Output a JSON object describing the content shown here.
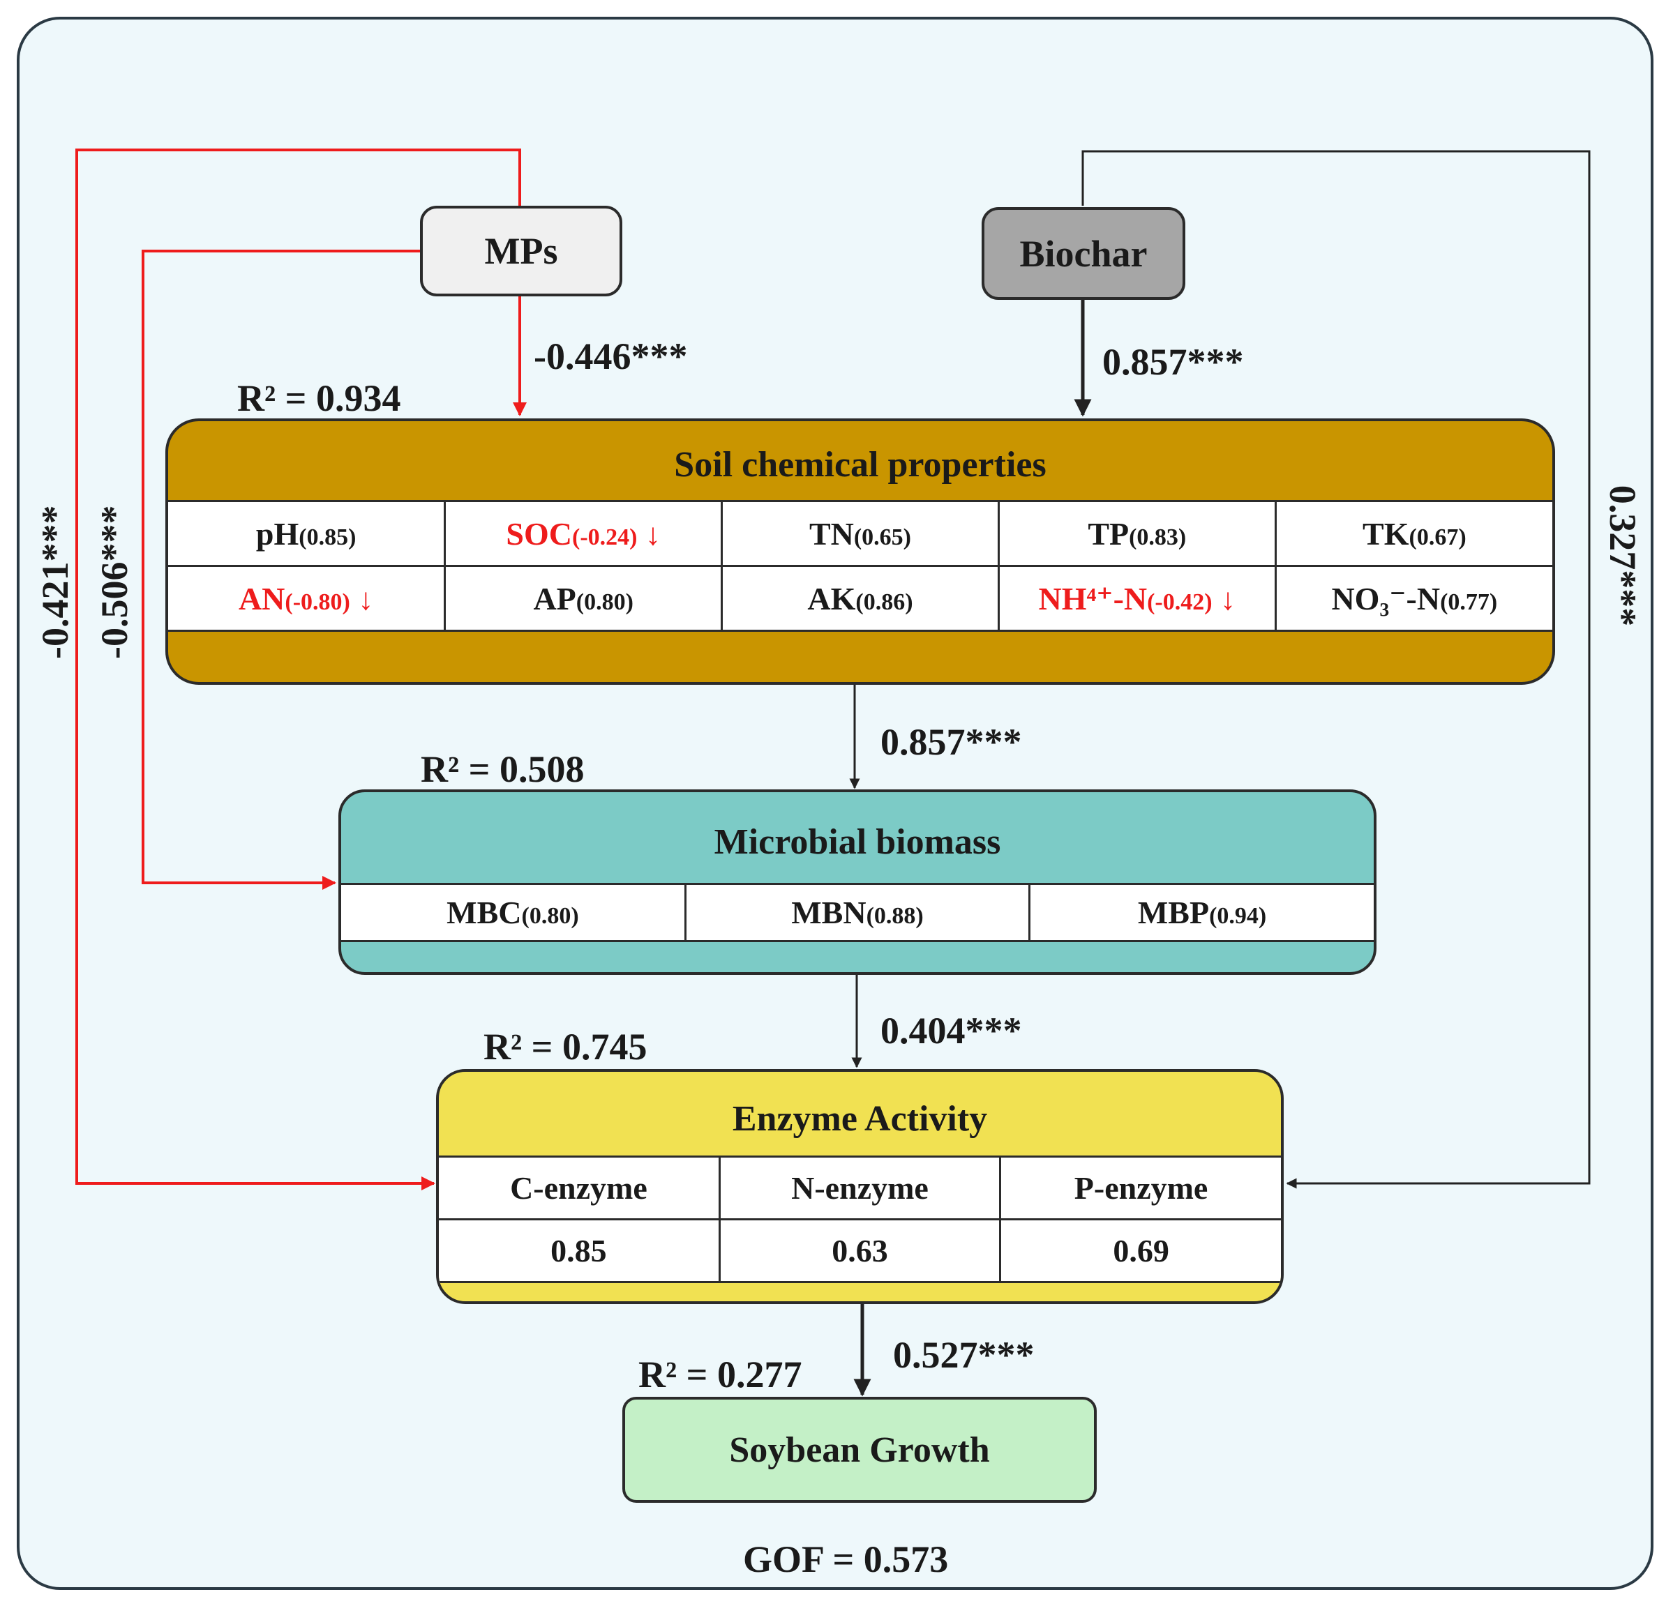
{
  "nodes": {
    "mps": "MPs",
    "biochar": "Biochar",
    "soil": {
      "title": "Soil chemical properties",
      "r2": "R² = 0.934",
      "row1": [
        {
          "name": "pH",
          "val": "(0.85)",
          "red": false
        },
        {
          "name": "SOC",
          "val": "(-0.24)",
          "red": true
        },
        {
          "name": "TN",
          "val": "(0.65)",
          "red": false
        },
        {
          "name": "TP",
          "val": "(0.83)",
          "red": false
        },
        {
          "name": "TK",
          "val": "(0.67)",
          "red": false
        }
      ],
      "row2": [
        {
          "name": "AN",
          "val": "(-0.80)",
          "red": true
        },
        {
          "name": "AP",
          "val": "(0.80)",
          "red": false
        },
        {
          "name": "AK",
          "val": "(0.86)",
          "red": false
        },
        {
          "name": "NH⁴⁺-N",
          "val": "(-0.42)",
          "red": true
        },
        {
          "name": "NO₃⁻-N",
          "val": "(0.77)",
          "red": false
        }
      ],
      "down_arrow": "↓"
    },
    "microbial": {
      "title": "Microbial biomass",
      "r2": "R² = 0.508",
      "cells": [
        {
          "name": "MBC",
          "val": "(0.80)"
        },
        {
          "name": "MBN",
          "val": "(0.88)"
        },
        {
          "name": "MBP",
          "val": "(0.94)"
        }
      ]
    },
    "enzyme": {
      "title": "Enzyme Activity",
      "r2": "R² = 0.745",
      "headers": [
        "C-enzyme",
        "N-enzyme",
        "P-enzyme"
      ],
      "values": [
        "0.85",
        "0.63",
        "0.69"
      ]
    },
    "soybean": {
      "title": "Soybean Growth",
      "r2": "R² = 0.277"
    }
  },
  "paths": {
    "mps_soil": "-0.446***",
    "biochar_soil": "0.857***",
    "soil_microbial": "0.857***",
    "microbial_enzyme": "0.404***",
    "enzyme_soybean": "0.527***",
    "mps_enzyme": "-0.421***",
    "mps_microbial": "-0.506***",
    "biochar_enzyme": "0.327***"
  },
  "gof": "GOF = 0.573",
  "colors": {
    "soil": "#c99500",
    "microbial": "#7ccbc6",
    "enzyme": "#f1e152",
    "soybean": "#c4f0c7",
    "mps": "#f0f0f0",
    "biochar": "#a6a6a6",
    "negative": "#ee1c1c",
    "background": "#eef8fb"
  }
}
